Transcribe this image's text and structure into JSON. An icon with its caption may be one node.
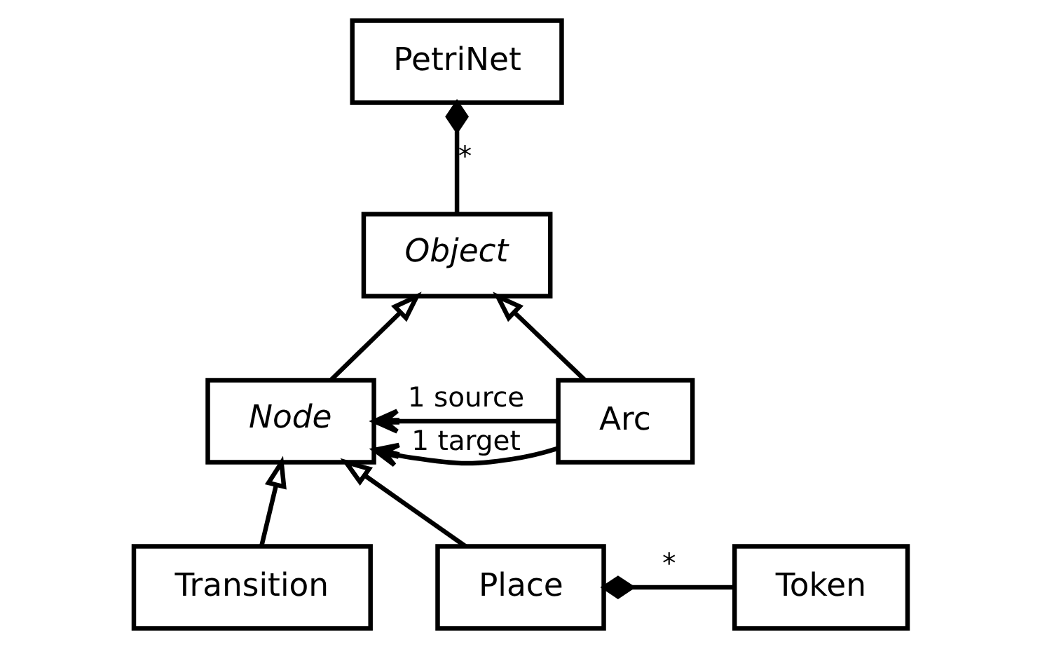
{
  "diagram": {
    "nodes": [
      {
        "text": [
          "PetriNet"
        ]
      },
      {
        "text": [
          "Object"
        ]
      },
      {
        "text": [
          "Node"
        ]
      },
      {
        "text": [
          "Arc"
        ]
      },
      {
        "text": [
          "Transition"
        ]
      },
      {
        "text": [
          "Place"
        ]
      },
      {
        "text": [
          "Token"
        ]
      }
    ],
    "edges": [
      {
        "from": 0,
        "to": 1,
        "arrow": "other",
        "label": "*"
      },
      {
        "from": 2,
        "to": 1,
        "arrow": "to"
      },
      {
        "from": 3,
        "to": 1,
        "arrow": "to"
      },
      {
        "from": 3,
        "to": 2,
        "arrow": "to",
        "label": "1 source"
      },
      {
        "from": 3,
        "to": 2,
        "arrow": "to",
        "label": "1 target"
      },
      {
        "from": 4,
        "to": 2,
        "arrow": "to"
      },
      {
        "from": 5,
        "to": 2,
        "arrow": "to"
      },
      {
        "from": 5,
        "to": 6,
        "arrow": "other",
        "label": "*"
      }
    ]
  }
}
